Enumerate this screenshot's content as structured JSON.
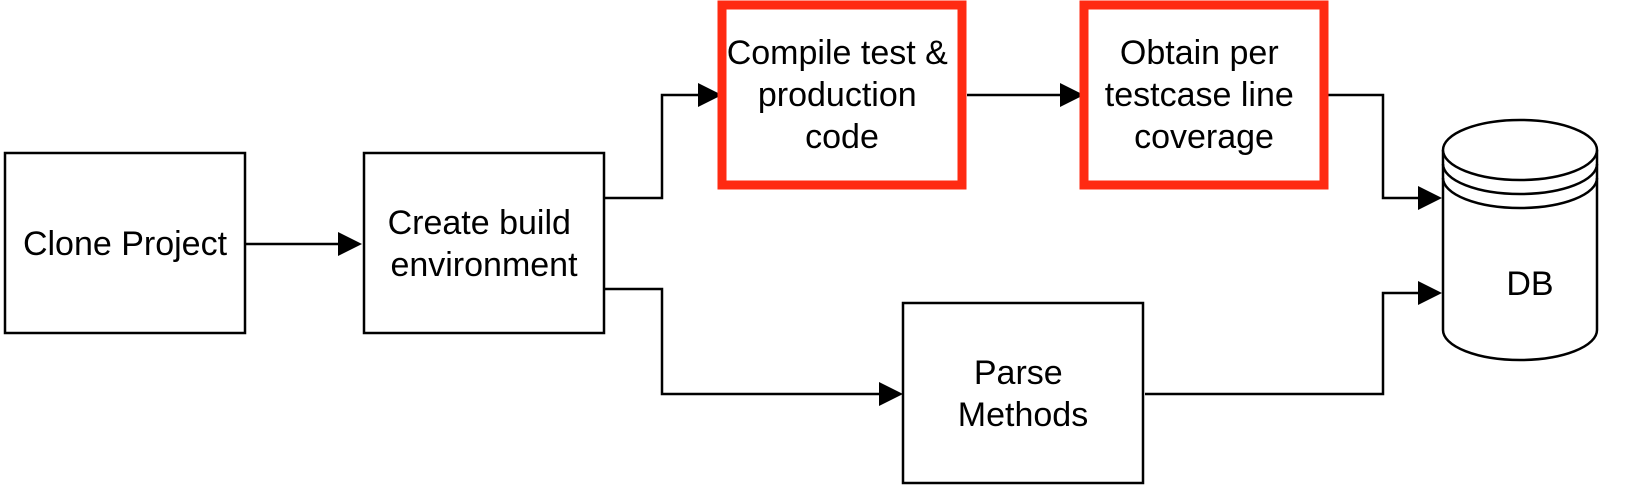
{
  "diagram": {
    "colors": {
      "stroke": "#000000",
      "highlight": "#ff2a12",
      "fill": "#ffffff"
    },
    "nodes": {
      "clone": {
        "lines": [
          "Clone Project"
        ]
      },
      "build": {
        "lines": [
          "Create build",
          "environment"
        ]
      },
      "compile": {
        "lines": [
          "Compile test &",
          "production",
          "code"
        ],
        "highlighted": true
      },
      "coverage": {
        "lines": [
          "Obtain per",
          "testcase line",
          "coverage"
        ],
        "highlighted": true
      },
      "parse": {
        "lines": [
          "Parse",
          "Methods"
        ]
      },
      "db": {
        "lines": [
          "DB"
        ],
        "shape": "database"
      }
    },
    "edges": [
      {
        "from": "clone",
        "to": "build"
      },
      {
        "from": "build",
        "to": "compile"
      },
      {
        "from": "build",
        "to": "parse"
      },
      {
        "from": "compile",
        "to": "coverage"
      },
      {
        "from": "coverage",
        "to": "db"
      },
      {
        "from": "parse",
        "to": "db"
      }
    ]
  }
}
